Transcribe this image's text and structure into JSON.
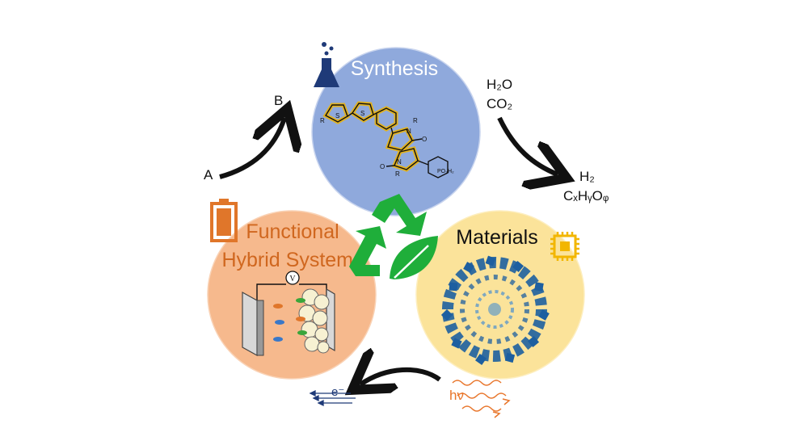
{
  "circles": {
    "synthesis": {
      "title": "Synthesis",
      "fill": "#8fa9dc"
    },
    "hybrid": {
      "title_line1": "Functional",
      "title_line2": "Hybrid Systems",
      "fill": "#f6b98d"
    },
    "materials": {
      "title": "Materials",
      "fill": "#fbe39a"
    }
  },
  "labels": {
    "a": "A",
    "b": "B",
    "h2o": "H₂O",
    "co2": "CO₂",
    "h2": "H₂",
    "cxhyoz": "CₓHᵧOᵩ",
    "electron": "e⁻",
    "hv": "hν",
    "voltmeter": "V",
    "molecule_po3h2": "PO₃H₂",
    "molecule_r": "R",
    "molecule_s": "S",
    "molecule_n": "N",
    "molecule_o": "O"
  },
  "colors": {
    "arrow": "#111111",
    "recycle": "#1fae3a",
    "leaf": "#1fae3a",
    "battery": "#e0762a",
    "hybrid_text": "#d0671f",
    "chip": "#f2b600",
    "flask": "#1f3a78",
    "mof": "#1d5fa0",
    "light": "#e8752a",
    "electron": "#1f3a78"
  },
  "icons": [
    "flask-icon",
    "battery-icon",
    "chip-icon",
    "leaf-icon",
    "recycle-icon"
  ]
}
